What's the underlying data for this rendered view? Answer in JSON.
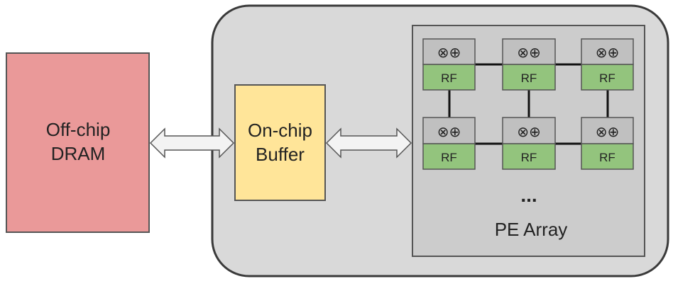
{
  "dram": {
    "line1": "Off-chip",
    "line2": "DRAM",
    "color": "#ea9999"
  },
  "buffer": {
    "line1": "On-chip",
    "line2": "Buffer",
    "color": "#ffe599"
  },
  "chip": {
    "color": "#d9d9d9"
  },
  "pe_array": {
    "label": "PE Array",
    "ellipsis": "...",
    "color": "#cccccc",
    "pe": {
      "op_symbols": "⊗⊕",
      "rf_label": "RF",
      "op_color": "#c0c0c0",
      "rf_color": "#93c47d"
    }
  }
}
